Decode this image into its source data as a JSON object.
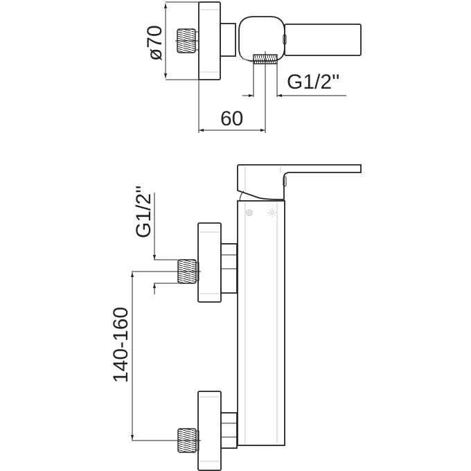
{
  "drawing": {
    "subject": "wall-mounted shower mixer technical drawing",
    "line_color": "#222222",
    "background": "#ffffff",
    "views": {
      "top_view": {
        "dimensions": {
          "flange_diameter": "ø70",
          "outlet_thread": "G1/2''",
          "outlet_offset": "60"
        }
      },
      "front_view": {
        "dimensions": {
          "inlet_thread": "G1/2''",
          "inlet_spacing": "140-160"
        },
        "symbols": [
          "cold-indicator",
          "hot-indicator"
        ]
      }
    }
  }
}
